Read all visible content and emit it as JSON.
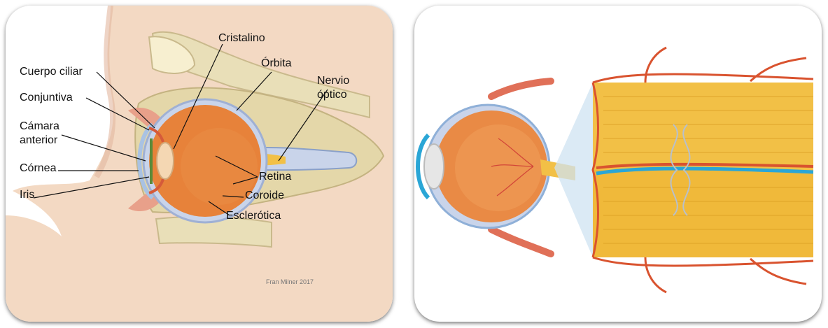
{
  "left_panel": {
    "labels": {
      "cristalino": "Cristalino",
      "orbita": "Órbita",
      "nervio_1": "Nervio",
      "nervio_2": "óptico",
      "cuerpo_ciliar": "Cuerpo ciliar",
      "conjuntiva": "Conjuntiva",
      "camara_1": "Cámara",
      "camara_2": "anterior",
      "cornea": "Córnea",
      "iris": "Iris",
      "retina": "Retina",
      "coroide": "Coroide",
      "esclerotica": "Esclerótica"
    },
    "credit": "Fran Milner 2017"
  },
  "right_panel": {},
  "colors": {
    "skin": "#f3d9c3",
    "orbit_bone": "#e4d7a9",
    "eyeball": "#e7823a",
    "sclera": "#c9d4ea",
    "nerve_fibers": "#f2c046",
    "vessels": "#d9532f",
    "blue_vessel": "#2aa6d6"
  }
}
